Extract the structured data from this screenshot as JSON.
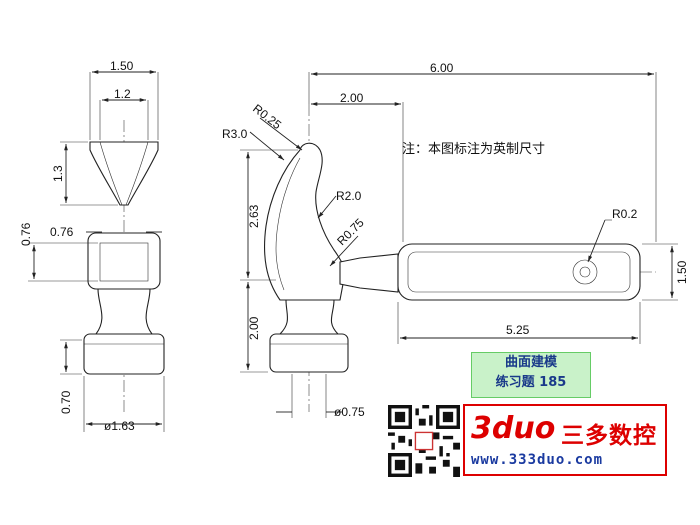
{
  "dimensions": {
    "left_top_width": "1.50",
    "left_cup_width": "1.2",
    "left_cup_height": "1.3",
    "left_neck_height": "0.76",
    "left_neck_width": "0.76",
    "left_base_height": "0.70",
    "left_base_diameter": "ø1.63",
    "overall_length": "6.00",
    "head_offset": "2.00",
    "radius_tip": "R0.25",
    "radius_back": "R3.0",
    "radius_inner": "R2.0",
    "radius_neck": "R0.75",
    "head_height": "2.63",
    "base_height": "2.00",
    "base_diameter": "ø0.75",
    "handle_hole_radius": "R0.2",
    "handle_height": "1.50",
    "handle_length": "5.25"
  },
  "note": "注：本图标注为英制尺寸",
  "exercise": {
    "line1": "曲面建模",
    "line2": "练习题 185"
  },
  "brand": {
    "logo": "3duo",
    "name": "三多数控",
    "url": "www.333duo.com",
    "color": "#dd0000"
  }
}
